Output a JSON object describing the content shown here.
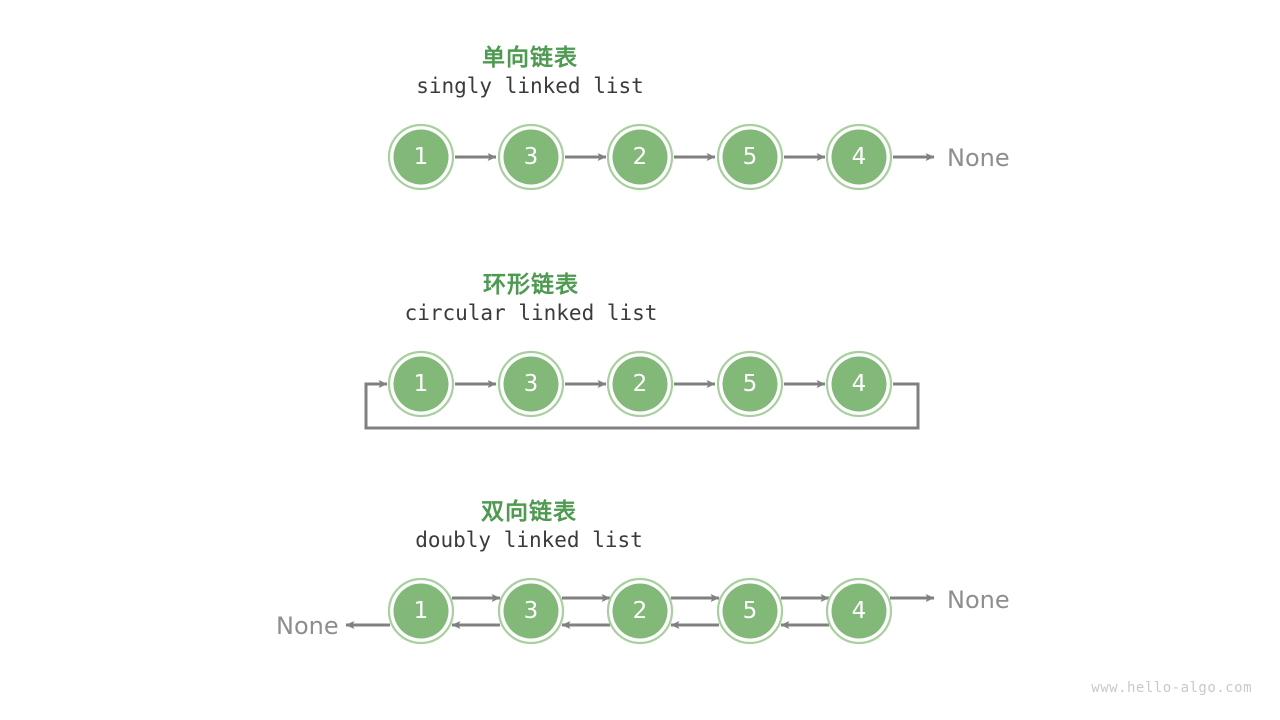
{
  "page": {
    "background": "#ffffff",
    "watermark": "www.hello-algo.com"
  },
  "colors": {
    "node_fill": "#82b878",
    "node_outer_ring": "#a8cf9e",
    "node_inner_gap": "#ffffff",
    "node_text": "#ffffff",
    "arrow": "#808080",
    "title_green": "#4e9a51",
    "subtitle_gray": "#3b3b3b",
    "none_gray": "#8e8e8e",
    "watermark_gray": "#c9c9c9"
  },
  "sections": [
    {
      "id": "singly",
      "title_cn": "单向链表",
      "title_en": "singly linked list",
      "nodes": [
        "1",
        "3",
        "2",
        "5",
        "4"
      ],
      "tail_label": "None",
      "head_label": null,
      "direction": "forward"
    },
    {
      "id": "circular",
      "title_cn": "环形链表",
      "title_en": "circular linked list",
      "nodes": [
        "1",
        "3",
        "2",
        "5",
        "4"
      ],
      "tail_label": null,
      "head_label": null,
      "direction": "forward-loop"
    },
    {
      "id": "doubly",
      "title_cn": "双向链表",
      "title_en": "doubly linked list",
      "nodes": [
        "1",
        "3",
        "2",
        "5",
        "4"
      ],
      "tail_label": "None",
      "head_label": "None",
      "direction": "bidirectional"
    }
  ]
}
